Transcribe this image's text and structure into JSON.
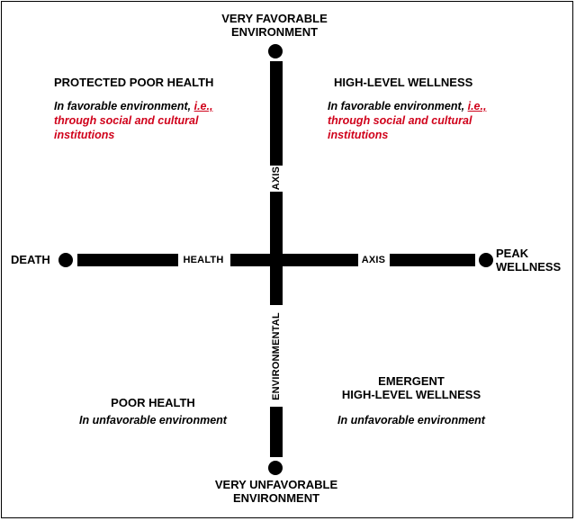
{
  "diagram": {
    "top_end": {
      "line1": "VERY FAVORABLE",
      "line2": "ENVIRONMENT"
    },
    "bottom_end": {
      "line1": "VERY UNFAVORABLE",
      "line2": "ENVIRONMENT"
    },
    "left_end": "DEATH",
    "right_end": {
      "line1": "PEAK",
      "line2": "WELLNESS"
    },
    "horizontal_axis_words": [
      "HEALTH",
      "AXIS"
    ],
    "vertical_axis_words": [
      "AXIS",
      "ENVIRONMENTAL"
    ],
    "quadrants": {
      "top_left": {
        "title": "PROTECTED POOR HEALTH",
        "desc_black": "In favorable environment, ",
        "desc_red_underlined": "i.e.,",
        "desc_red_rest": "through social and cultural institutions"
      },
      "top_right": {
        "title": "HIGH-LEVEL WELLNESS",
        "desc_black": "In favorable environment, ",
        "desc_red_underlined": "i.e.,",
        "desc_red_rest": "through social and cultural institutions"
      },
      "bottom_left": {
        "title": "POOR HEALTH",
        "desc": "In unfavorable environment"
      },
      "bottom_right": {
        "title_line1": "EMERGENT",
        "title_line2": "HIGH-LEVEL WELLNESS",
        "desc": "In unfavorable environment"
      }
    },
    "colors": {
      "ink": "#000000",
      "accent_red": "#d0021b"
    }
  }
}
